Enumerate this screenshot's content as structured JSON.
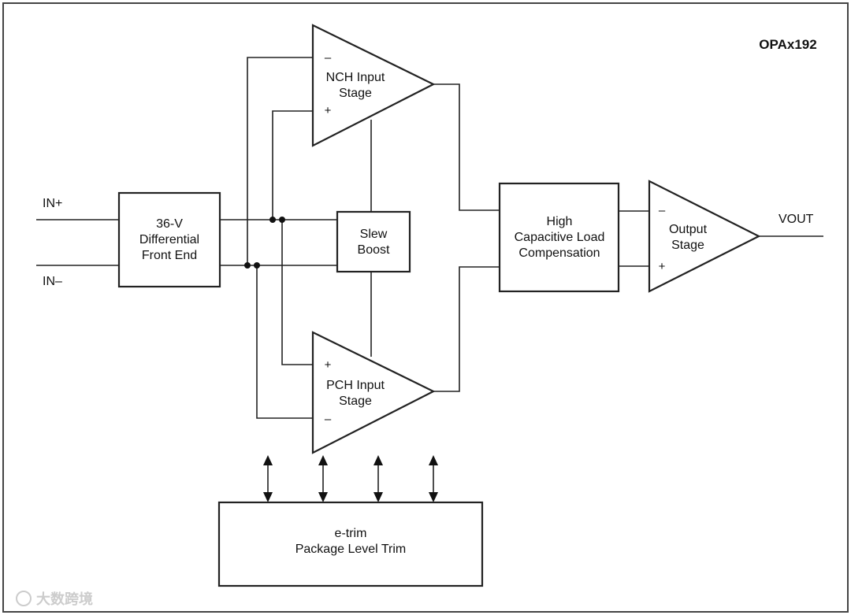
{
  "diagram": {
    "title": "OPAx192",
    "inputs": {
      "in_plus": "IN+",
      "in_minus": "IN–"
    },
    "output": "VOUT",
    "blocks": {
      "front_end": [
        "36-V",
        "Differential",
        "Front End"
      ],
      "slew_boost": [
        "Slew",
        "Boost"
      ],
      "compensation": [
        "High",
        "Capacitive Load",
        "Compensation"
      ],
      "etrim": [
        "e-trim",
        "Package Level Trim"
      ]
    },
    "amplifiers": {
      "nch": {
        "label": [
          "NCH Input",
          "Stage"
        ],
        "inv": "–",
        "noninv": "+"
      },
      "pch": {
        "label": [
          "PCH Input",
          "Stage"
        ],
        "inv": "–",
        "noninv": "+"
      },
      "output": {
        "label": [
          "Output",
          "Stage"
        ],
        "inv": "–",
        "noninv": "+"
      }
    }
  },
  "watermark": "大数跨境"
}
